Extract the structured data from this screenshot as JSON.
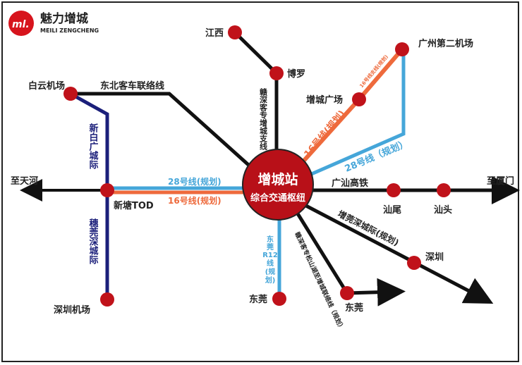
{
  "logo": {
    "cn": "魅力增城",
    "en": "MEILI ZENGCHENG",
    "mark": "ml."
  },
  "hub": {
    "name": "增城站",
    "sub": "综合交通枢纽"
  },
  "stations": {
    "jiangxi": "江西",
    "boluo": "博罗",
    "gz_airport2": "广州第二机场",
    "zc_square": "增城广场",
    "baiyun": "白云机场",
    "tianhe": "至天河",
    "xintang": "新塘TOD",
    "sz_airport": "深圳机场",
    "xiamen": "至厦门",
    "shanwei": "汕尾",
    "shantou": "汕头",
    "shenzhen": "深圳",
    "dongguan_a": "东莞",
    "dongguan_b": "东莞"
  },
  "lines": {
    "dongbei": "东北客车联络线",
    "ganshen_branch": "赣深客专增城支线",
    "line16_branch": "16号线支线(规划)",
    "line16_a": "16号线(规划)",
    "line16_b": "16号线(规划)",
    "line28_a": "28号线（规划）",
    "line28_b": "28号线(规划)",
    "xinbai": "新白广城际",
    "suiguan": "穗莞深城际",
    "guangshan": "广汕高铁",
    "zengguan": "增莞深城际(规划)",
    "r12": [
      "东",
      "莞",
      "R12",
      "线",
      "(规",
      "划)"
    ],
    "songshanhu": "赣深客专松山湖至增城联络线（规划）"
  },
  "colors": {
    "red": "#c0121a",
    "black": "#111111",
    "navy": "#1b1f7a",
    "blue": "#45a6d9",
    "orange": "#ee6a3c"
  }
}
